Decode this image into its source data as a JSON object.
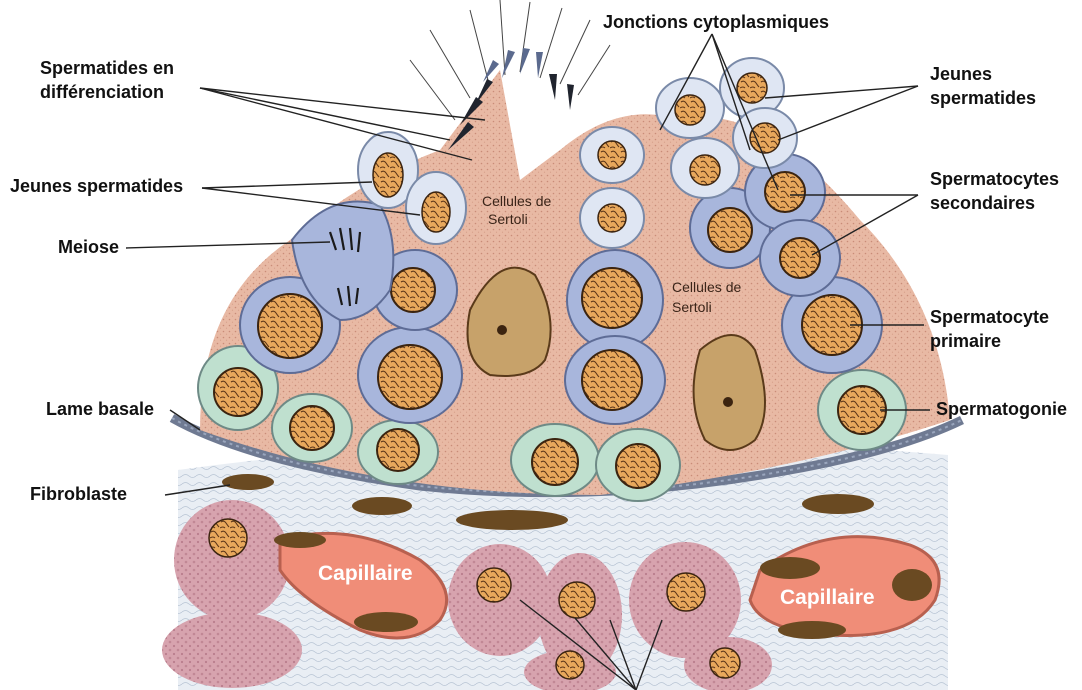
{
  "labels": {
    "spermatides_diff_1": "Spermatides en",
    "spermatides_diff_2": "différenciation",
    "jonctions": "Jonctions cytoplasmiques",
    "jeunes_spermatides_right_1": "Jeunes",
    "jeunes_spermatides_right_2": "spermatides",
    "jeunes_spermatides_left": "Jeunes spermatides",
    "meiose": "Meiose",
    "spermatocytes_sec_1": "Spermatocytes",
    "spermatocytes_sec_2": "secondaires",
    "spermatocyte_prim_1": "Spermatocyte",
    "spermatocyte_prim_2": "primaire",
    "lame_basale": "Lame basale",
    "spermatogonie": "Spermatogonie",
    "fibroblaste": "Fibroblaste",
    "sertoli_left_1": "Cellules de",
    "sertoli_left_2": "Sertoli",
    "sertoli_right_1": "Cellules de",
    "sertoli_right_2": "Sertoli",
    "capillaire_left": "Capillaire",
    "capillaire_right": "Capillaire"
  },
  "colors": {
    "sertoli_cytoplasm": "#e8b9a4",
    "spermatogonia_rim": "#bfe0cf",
    "spermatocyte_rim": "#a8b6dc",
    "spermatid_rim": "#dfe6f3",
    "nucleus": "#e8a85c",
    "capillary": "#f08d78",
    "basement_membrane": "#6f7a92",
    "interstitial_cells": "#d9a9b3"
  }
}
